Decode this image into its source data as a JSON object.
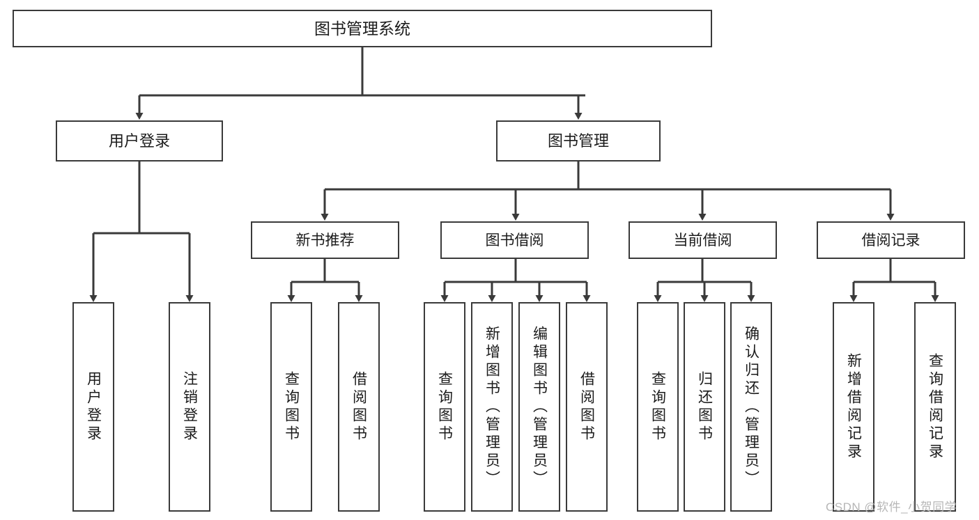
{
  "diagram": {
    "type": "tree",
    "title": "图书管理系统",
    "root": {
      "label": "图书管理系统"
    },
    "level1": [
      {
        "label": "用户登录"
      },
      {
        "label": "图书管理"
      }
    ],
    "level2": [
      {
        "label": "新书推荐"
      },
      {
        "label": "图书借阅"
      },
      {
        "label": "当前借阅"
      },
      {
        "label": "借阅记录"
      }
    ],
    "leaves": {
      "user_login": [
        {
          "label": "用户登录"
        },
        {
          "label": "注销登录"
        }
      ],
      "new_book_recommend": [
        {
          "label": "查询图书"
        },
        {
          "label": "借阅图书"
        }
      ],
      "book_borrow": [
        {
          "label": "查询图书"
        },
        {
          "label": "新增图书（管理员）"
        },
        {
          "label": "编辑图书（管理员）"
        },
        {
          "label": "借阅图书"
        }
      ],
      "current_borrow": [
        {
          "label": "查询图书"
        },
        {
          "label": "归还图书"
        },
        {
          "label": "确认归还（管理员）"
        }
      ],
      "borrow_record": [
        {
          "label": "新增借阅记录"
        },
        {
          "label": "查询借阅记录"
        }
      ]
    }
  },
  "watermark": {
    "text": "CSDN @软件_小贺同学"
  },
  "colors": {
    "stroke": "#3a3a3a",
    "text": "#1b1b1b",
    "background": "#ffffff",
    "watermark": "#b6b6b6"
  }
}
